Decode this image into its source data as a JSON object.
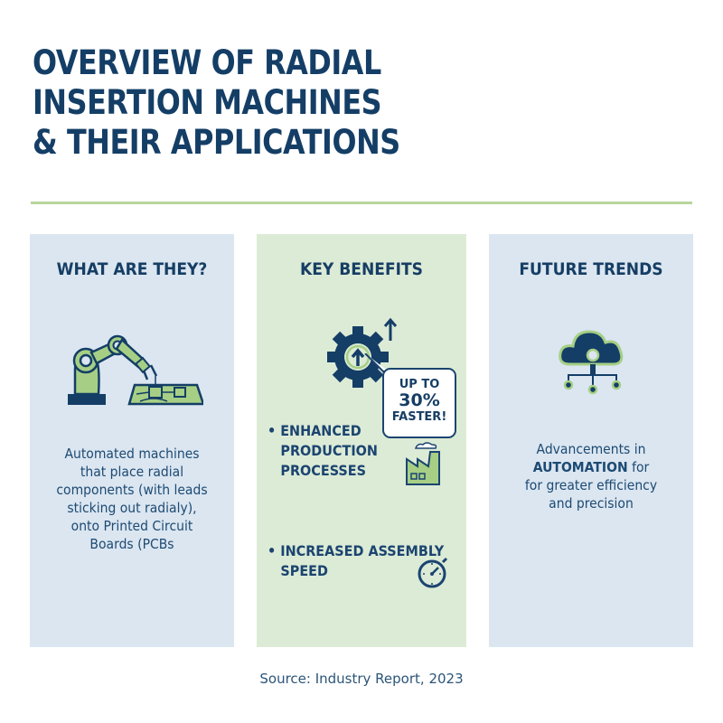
{
  "header": {
    "title_lines": [
      "OVERVIEW OF RADIAL",
      "INSERTION MACHINES",
      "& THEIR APPLICATIONS"
    ]
  },
  "colors": {
    "navy": "#143e66",
    "accent_green": "#b7d69b",
    "panel_blue": "#dbe6f1",
    "panel_green": "#dcebd6",
    "icon_green": "#a6cf85"
  },
  "panels": [
    {
      "title": "WHAT ARE THEY?",
      "icon": "robotic-arm-pcb-icon",
      "text_lines": [
        "Automated machines",
        "that place radial",
        "components (with leads",
        "sticking out radialy),",
        "onto Printed Circuit",
        "Boards (PCBs"
      ]
    },
    {
      "title": "KEY BENEFITS",
      "icon": "gear-up-arrow-icon",
      "callout": {
        "line1": "UP TO",
        "line2": "30%",
        "line3": "FASTER!"
      },
      "bullets": [
        {
          "lines": [
            "ENHANCED",
            "PRODUCTION",
            "PROCESSES"
          ],
          "icon": "factory-icon"
        },
        {
          "lines": [
            "INCREASED ASSEMBLY",
            "SPEED"
          ],
          "icon": "stopwatch-icon"
        }
      ]
    },
    {
      "title": "FUTURE TRENDS",
      "icon": "cloud-network-icon",
      "text_lines": [
        "Advancements in",
        "AUTOMATION",
        " for",
        "for greater efficiency",
        "and precision"
      ]
    }
  ],
  "footer": {
    "source": "Source: Industry Report, 2023"
  }
}
